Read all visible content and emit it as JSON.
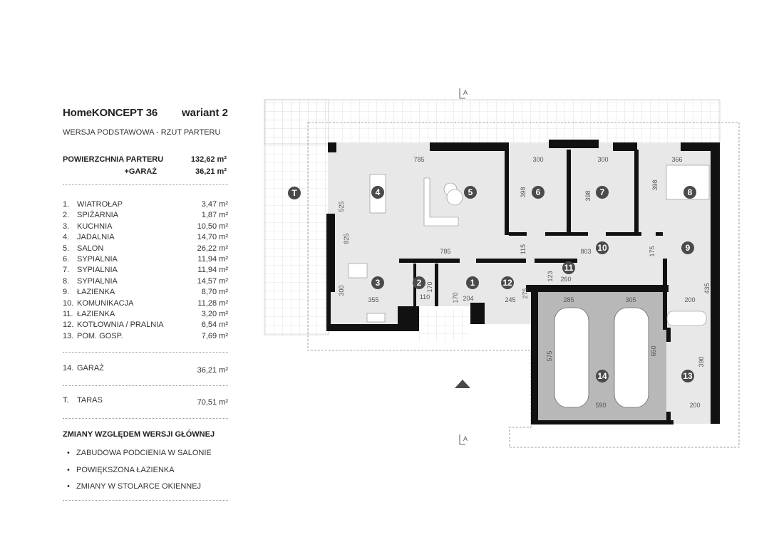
{
  "header": {
    "title": "HomeKONCEPT 36",
    "variant": "wariant 2",
    "subtitle": "WERSJA  PODSTAWOWA   -  RZUT PARTERU"
  },
  "summary": {
    "ground_label": "POWIERZCHNIA PARTERU",
    "ground_value": "132,62 m²",
    "garage_label": "+GARAŻ",
    "garage_value": "36,21 m²"
  },
  "rooms": [
    {
      "num": "1.",
      "name": "WIATROŁAP",
      "area": "3,47 m²"
    },
    {
      "num": "2.",
      "name": "SPIŻARNIA",
      "area": "1,87 m²"
    },
    {
      "num": "3.",
      "name": "KUCHNIA",
      "area": "10,50 m²"
    },
    {
      "num": "4.",
      "name": "JADALNIA",
      "area": "14,70 m²"
    },
    {
      "num": "5.",
      "name": "SALON",
      "area": "26,22 m²"
    },
    {
      "num": "6.",
      "name": "SYPIALNIA",
      "area": "11,94 m²"
    },
    {
      "num": "7.",
      "name": "SYPIALNIA",
      "area": "11,94 m²"
    },
    {
      "num": "8.",
      "name": "SYPIALNIA",
      "area": "14,57 m²"
    },
    {
      "num": "9.",
      "name": "ŁAZIENKA",
      "area": "8,70 m²"
    },
    {
      "num": "10.",
      "name": "KOMUNIKACJA",
      "area": "11,28 m²"
    },
    {
      "num": "11.",
      "name": "ŁAZIENKA",
      "area": "3,20 m²"
    },
    {
      "num": "12.",
      "name": "KOTŁOWNIA / PRALNIA",
      "area": "6,54 m²"
    },
    {
      "num": "13.",
      "name": "POM. GOSP.",
      "area": "7,69 m²"
    }
  ],
  "garage": {
    "num": "14.",
    "name": "GARAŻ",
    "area": "36,21 m²"
  },
  "terrace": {
    "num": "T.",
    "name": "TARAS",
    "area": "70,51 m²"
  },
  "changes": {
    "title": "ZMIANY WZGLĘDEM WERSJI GŁÓWNEJ",
    "items": [
      "ZABUDOWA PODCIENIA W SALONIE",
      "POWIĘKSZONA ŁAZIENKA",
      "ZMIANY W STOLARCE OKIENNEJ"
    ]
  },
  "plan": {
    "section_marker": "A",
    "room_labels": [
      "1",
      "2",
      "3",
      "4",
      "5",
      "6",
      "7",
      "8",
      "9",
      "10",
      "11",
      "12",
      "13",
      "14",
      "T"
    ],
    "dimensions": [
      "785",
      "300",
      "300",
      "366",
      "398",
      "398",
      "398",
      "525",
      "825",
      "785",
      "115",
      "803",
      "175",
      "435",
      "123",
      "260",
      "170",
      "170",
      "110",
      "204",
      "355",
      "300",
      "245",
      "275",
      "285",
      "305",
      "200",
      "650",
      "575",
      "590",
      "390",
      "200"
    ]
  },
  "colors": {
    "wall": "#111111",
    "floor": "#e8e8e8",
    "garage": "#b8b8b8",
    "marker": "#4a4a4a"
  }
}
